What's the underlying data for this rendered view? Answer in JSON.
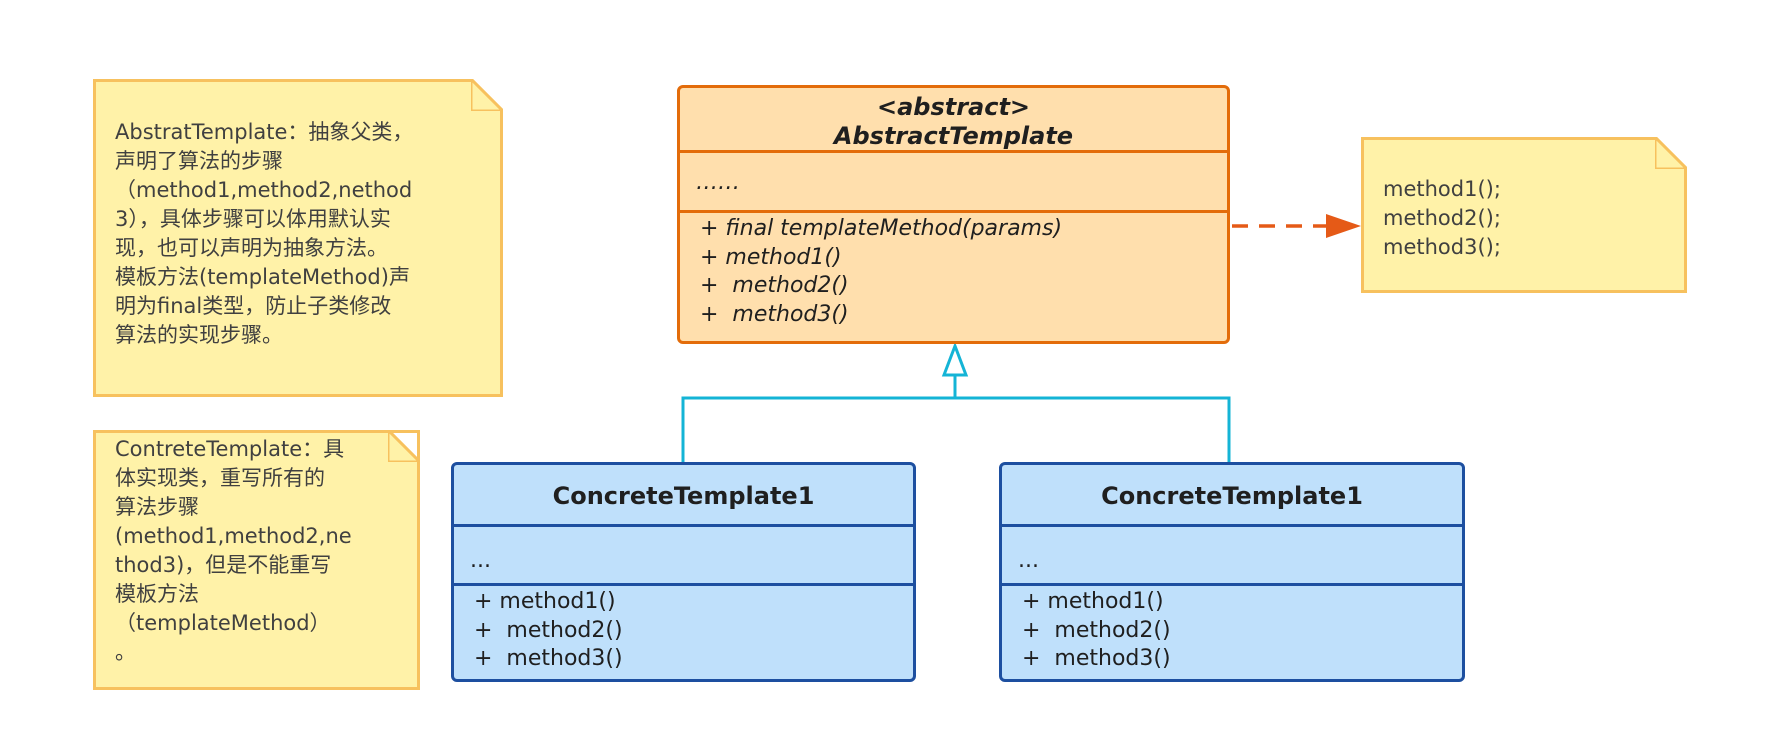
{
  "notes": {
    "abstract_desc": "AbstratTemplate：抽象父类，\n声明了算法的步骤\n（method1,method2,nethod\n3），具体步骤可以体用默认实\n现，也可以声明为抽象方法。\n模板方法(templateMethod)声\n明为final类型，防止子类修改\n算法的实现步骤。",
    "concrete_desc": "ContreteTemplate：具\n体实现类，重写所有的\n算法步骤\n(method1,method2,ne\nthod3)，但是不能重写\n模板方法\n（templateMethod）\n。",
    "template_calls": "method1();\nmethod2();\nmethod3();"
  },
  "abstract_class": {
    "stereotype": "<abstract>",
    "name": "AbstractTemplate",
    "attributes": "……",
    "methods": [
      "+ final templateMethod(params)",
      "+ method1()",
      "+  method2()",
      "+  method3()"
    ]
  },
  "concrete_classes": [
    {
      "name": "ConcreteTemplate1",
      "attributes": "...",
      "methods": [
        "+ method1()",
        "+  method2()",
        "+  method3()"
      ]
    },
    {
      "name": "ConcreteTemplate1",
      "attributes": "...",
      "methods": [
        "+ method1()",
        "+  method2()",
        "+  method3()"
      ]
    }
  ],
  "colors": {
    "abstract_fill": "#ffdfad",
    "abstract_border": "#e36c0a",
    "concrete_fill": "#bfe0fb",
    "concrete_border": "#1d4fa0",
    "note_fill": "#fff2a8",
    "note_border": "#f7c15e",
    "inheritance_line": "#14b4d6",
    "dependency_arrow": "#e55a17"
  }
}
